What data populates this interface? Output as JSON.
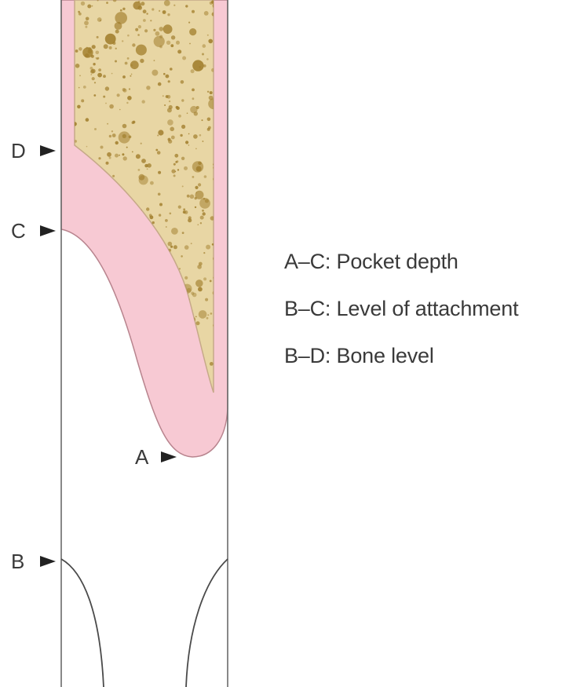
{
  "markers": {
    "a": "A",
    "b": "B",
    "c": "C",
    "d": "D"
  },
  "legend": [
    "A–C: Pocket depth",
    "B–C: Level of attachment",
    "B–D: Bone level"
  ],
  "colors": {
    "gingiva": "#f7c9d3",
    "gingiva_stroke": "#b8848e",
    "bone": "#e8d6a4",
    "bone_pores": "#a27f2e",
    "outline": "#5a5a5a",
    "text": "#3a3a3a"
  }
}
